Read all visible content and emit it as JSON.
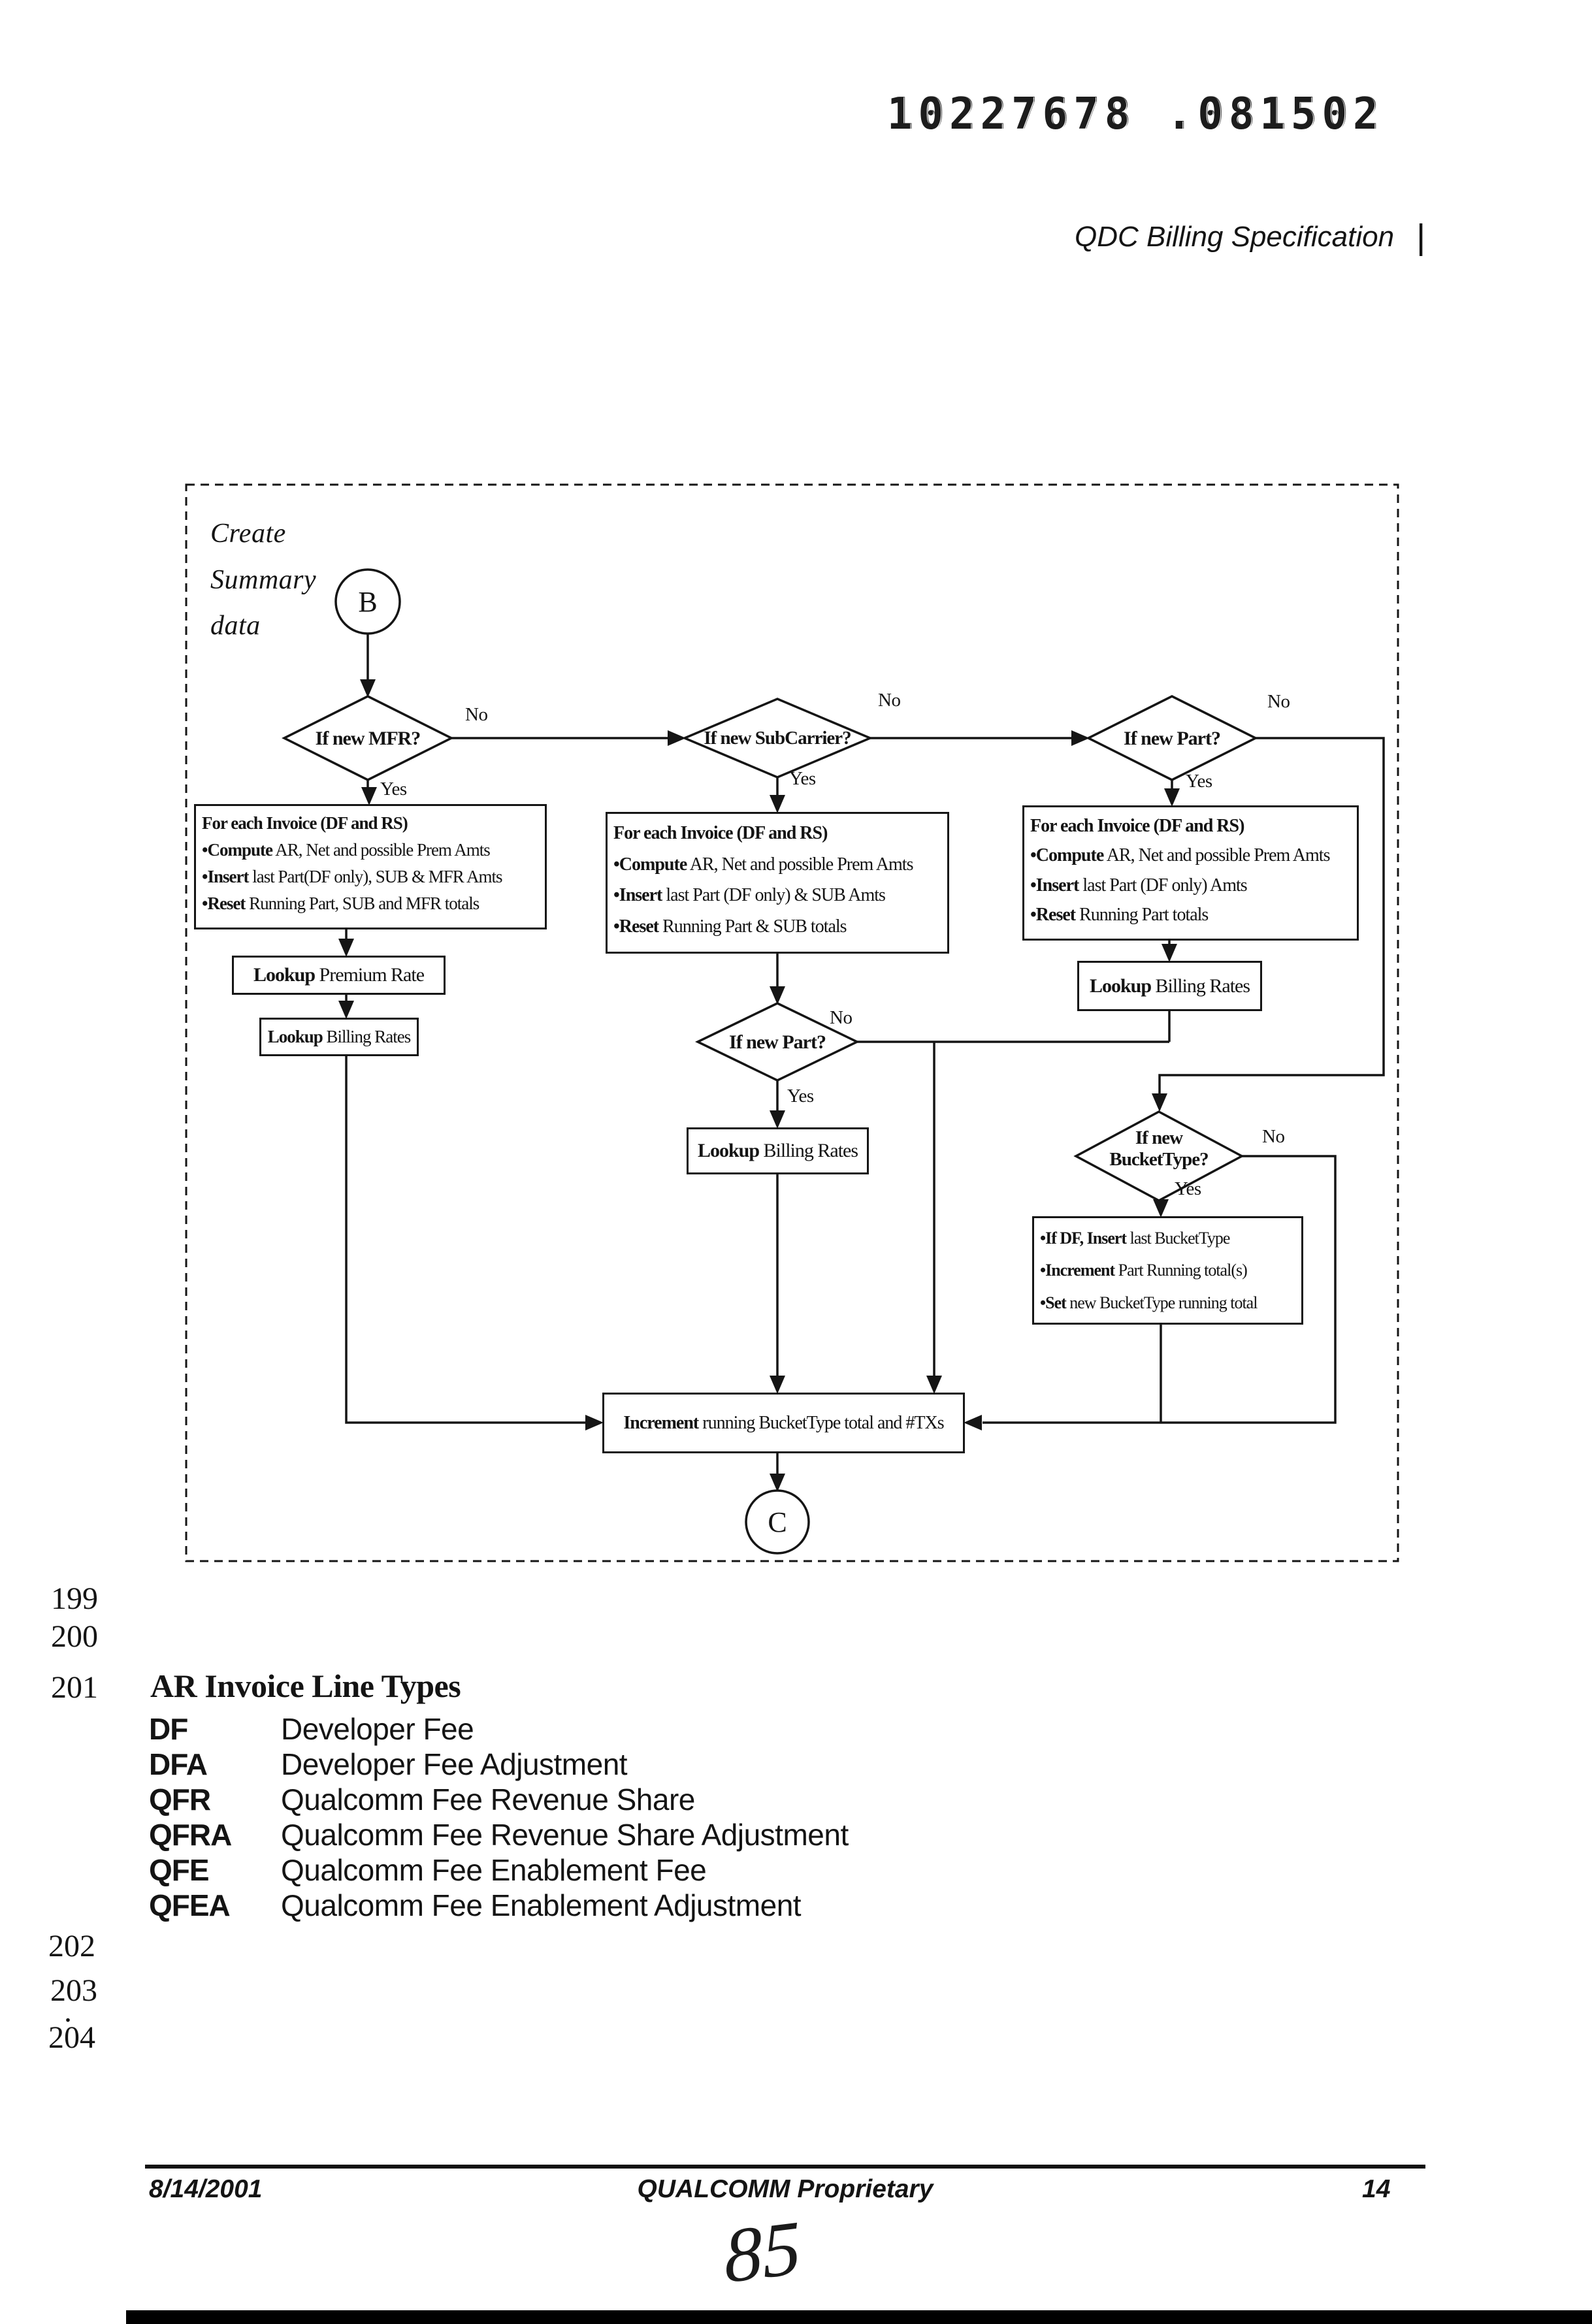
{
  "stamp": "10227678 .081502",
  "header": {
    "title": "QDC Billing Specification",
    "bar": "|"
  },
  "flow": {
    "caption1": "Create",
    "caption2": "Summary",
    "caption3": "data",
    "b": "B",
    "c": "C",
    "yes": "Yes",
    "no": "No",
    "d1": "If new MFR?",
    "d2": "If new SubCarrier?",
    "d3": "If new Part?",
    "d4": "If new Part?",
    "d5a": "If new",
    "d5b": "BucketType?",
    "box1": {
      "title": "For each Invoice (DF and RS)",
      "b1s": "•Compute",
      "b1r": " AR, Net and possible Prem Amts",
      "b2s": "•Insert",
      "b2r": " last Part(DF only), SUB & MFR Amts",
      "b3s": "•Reset",
      "b3r": " Running Part, SUB and MFR totals"
    },
    "box2": {
      "title": "For each Invoice (DF and RS)",
      "b1s": "•Compute",
      "b1r": " AR, Net and possible Prem Amts",
      "b2s": "•Insert",
      "b2r": " last Part (DF only) & SUB Amts",
      "b3s": "•Reset",
      "b3r": " Running Part & SUB totals"
    },
    "box3": {
      "title": "For each Invoice (DF and RS)",
      "b1s": "•Compute",
      "b1r": " AR, Net and possible Prem Amts",
      "b2s": "•Insert",
      "b2r": " last Part (DF only) Amts",
      "b3s": "•Reset",
      "b3r": " Running Part totals"
    },
    "lpr": {
      "b": "Lookup",
      "r": " Premium Rate"
    },
    "lbr_left": {
      "b": "Lookup",
      "r": " Billing Rates"
    },
    "lbr_mid": {
      "b": "Lookup",
      "r": " Billing Rates"
    },
    "lbr_right": {
      "b": "Lookup",
      "r": " Billing Rates"
    },
    "bucketbox": {
      "b1s": "•If DF, Insert",
      "b1r": " last BucketType",
      "b2s": "•Increment",
      "b2r": " Part Running total(s)",
      "b3s": "•Set",
      "b3r": " new BucketType running total"
    },
    "increment": {
      "b": "Increment",
      "r": " running BucketType total and #TXs"
    }
  },
  "body": {
    "ln199": "199",
    "ln200": "200",
    "ln201": "201",
    "ln202": "202",
    "ln203": "203",
    "ln204": "204",
    "dot": ".",
    "heading": "AR Invoice Line Types",
    "defs": [
      {
        "code": "DF",
        "desc": "Developer Fee"
      },
      {
        "code": "DFA",
        "desc": "Developer Fee Adjustment"
      },
      {
        "code": "QFR",
        "desc": "Qualcomm Fee Revenue Share"
      },
      {
        "code": "QFRA",
        "desc": "Qualcomm Fee Revenue Share Adjustment"
      },
      {
        "code": "QFE",
        "desc": "Qualcomm Fee Enablement Fee"
      },
      {
        "code": "QFEA",
        "desc": "Qualcomm Fee Enablement Adjustment"
      }
    ]
  },
  "footer": {
    "date": "8/14/2001",
    "center": "QUALCOMM Proprietary",
    "page": "14",
    "mark": "85"
  }
}
